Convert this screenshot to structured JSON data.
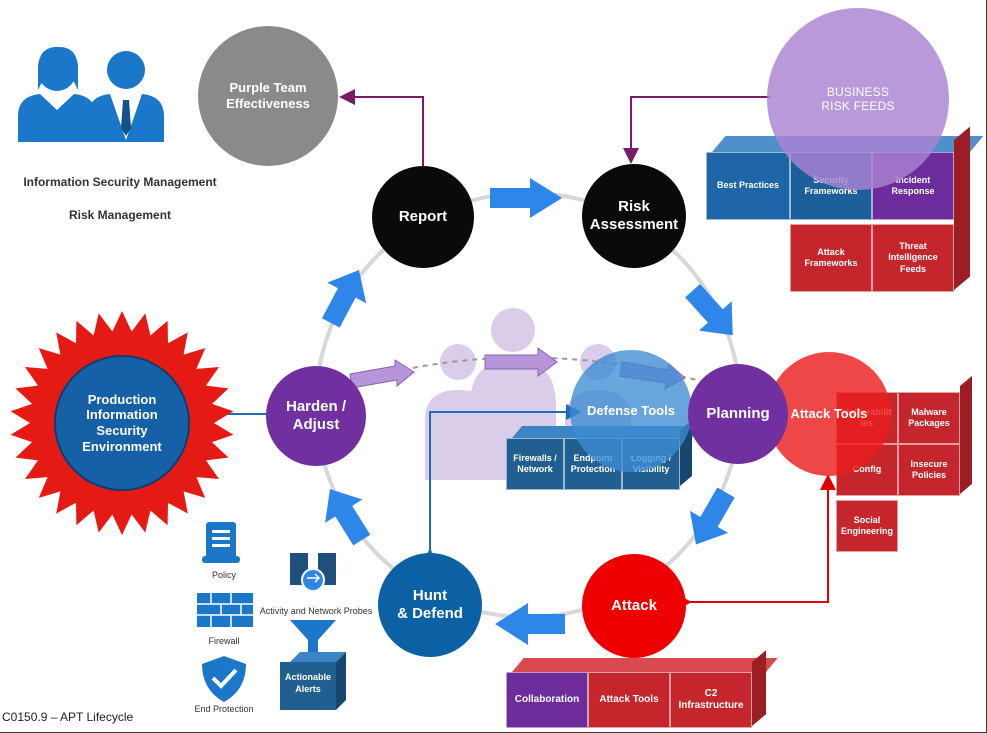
{
  "management": {
    "line1": "Information Security Management",
    "line2": "Risk Management"
  },
  "nodes": {
    "purple_team": "Purple Team\nEffectiveness",
    "business_risk": "BUSINESS\nRISK FEEDS",
    "report": "Report",
    "risk_assessment": "Risk\nAssessment",
    "planning": "Planning",
    "attack_tools": "Attack Tools",
    "attack": "Attack",
    "hunt_defend": "Hunt\n& Defend",
    "harden_adjust": "Harden /\nAdjust",
    "production": "Production\nInformation\nSecurity\nEnvironment",
    "defense_tools": "Defense Tools"
  },
  "risk_blocks": [
    "Best Practices",
    "Security\nFrameworks",
    "Incident\nResponse",
    "Attack\nFrameworks",
    "Threat\nIntelligence\nFeeds"
  ],
  "attack_tool_blocks": [
    "Vulnerabilit\nies",
    "Malware\nPackages",
    "Config",
    "Insecure\nPolicies",
    "Social\nEngineering"
  ],
  "defense_blocks": [
    "Firewalls /\nNetwork",
    "Endpoint\nProtection",
    "Logging /\nVisibility"
  ],
  "attack_blocks": [
    "Collaboration",
    "Attack Tools",
    "C2\nInfrastructure"
  ],
  "defense_icons": {
    "policy": "Policy",
    "firewall": "Firewall",
    "end_protection": "End Protection",
    "probes": "Activity and Network Probes",
    "alerts": "Actionable\nAlerts"
  },
  "caption": "C0150.9 – APT Lifecycle",
  "colors": {
    "purple": "#7030a0",
    "black": "#0a0a0a",
    "red": "#e00000",
    "blue": "#0b61a4",
    "gray": "#8c8c8c",
    "arrow": "#2e86e8",
    "lilac": "#b08fd2",
    "dark_red": "#c0262c",
    "steel": "#215f90"
  }
}
